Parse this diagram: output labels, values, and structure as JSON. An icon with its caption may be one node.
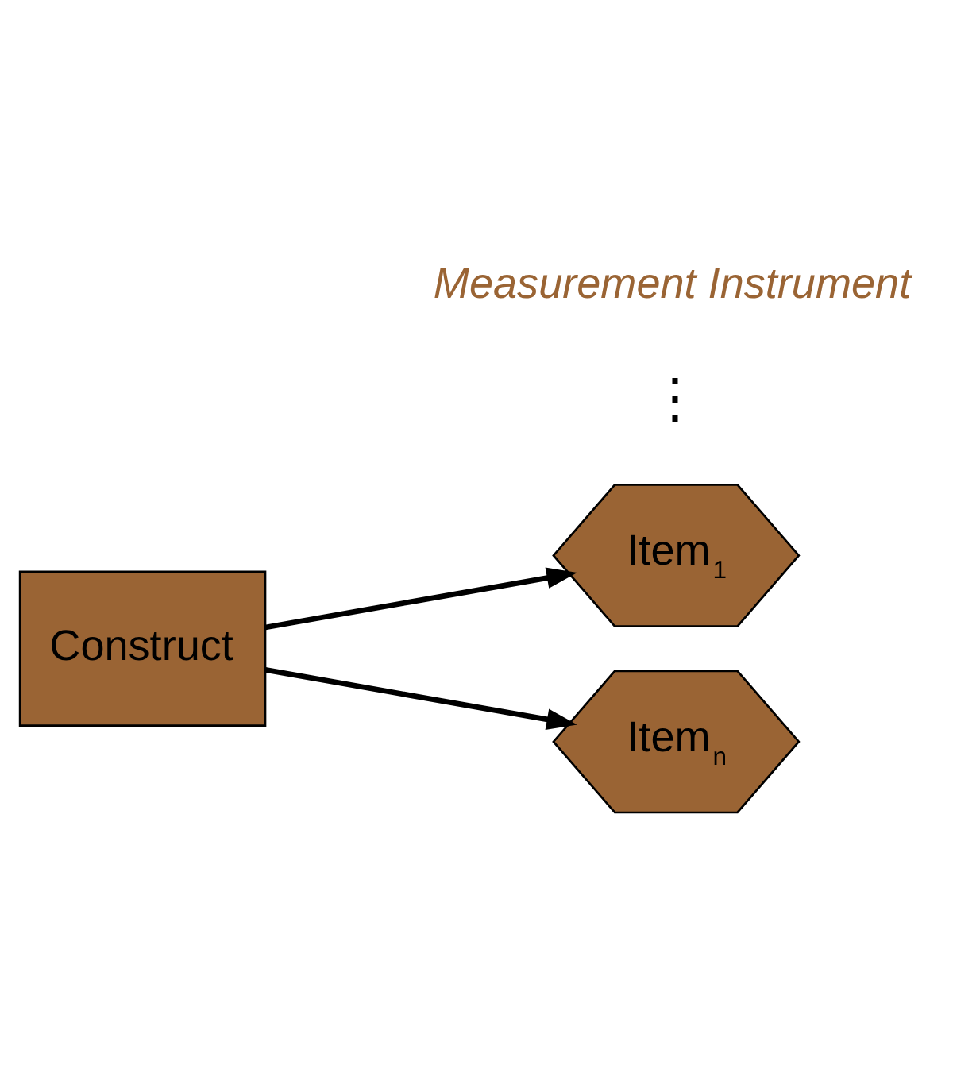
{
  "diagram": {
    "nodes": [
      {
        "text": [
          "Construct"
        ]
      },
      {
        "text": [
          "Item$_{1}$"
        ]
      },
      {
        "text": [
          "Item$_{n}$"
        ]
      }
    ],
    "edges": [
      {
        "from": 0,
        "to": 1,
        "arrow": "to"
      },
      {
        "from": 0,
        "to": 2,
        "arrow": "to"
      }
    ],
    "labels": [
      "⋮",
      "Measurement Instrument"
    ]
  }
}
